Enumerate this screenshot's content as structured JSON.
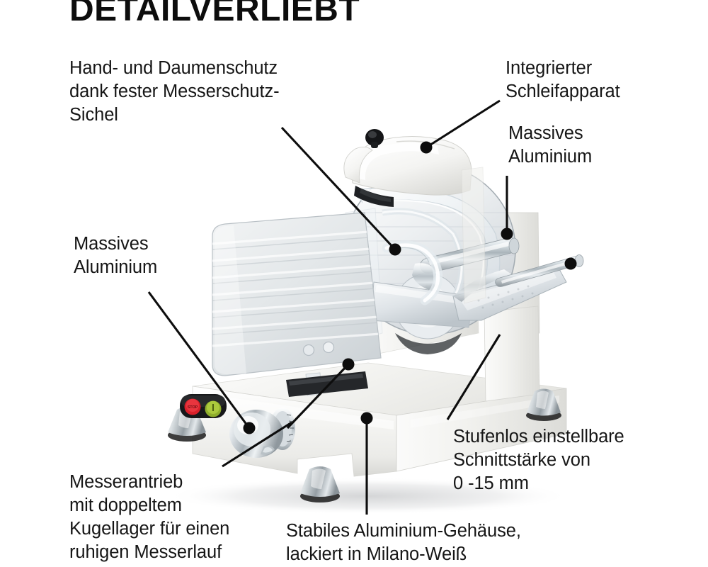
{
  "page": {
    "title": "DETAILVERLIEBT",
    "background_color": "#ffffff",
    "text_color": "#161616"
  },
  "product": {
    "name": "Aufschnittmaschine / Allesschneider",
    "body_color": "#f4f4f2",
    "accent_chrome": "#c9ced2",
    "stop_button_color": "#d8202a",
    "start_button_color": "#a8c93a",
    "stop_button_label": "STOP",
    "start_button_label": "I",
    "dial_ticks": [
      "1",
      "2",
      "3",
      "4",
      "5"
    ]
  },
  "callouts": [
    {
      "id": "hand-thumb-guard",
      "text": "Hand- und Daumenschutz\ndank fester Messerschutz-\nSichel"
    },
    {
      "id": "integrated-sharpener",
      "text": "Integrierter\nSchleifapparat"
    },
    {
      "id": "solid-aluminium-right",
      "text": "Massives\nAluminium"
    },
    {
      "id": "solid-aluminium-left",
      "text": "Massives\nAluminium"
    },
    {
      "id": "adjustable-thickness",
      "text": "Stufenlos einstellbare\nSchnittstärke von\n0 -15 mm"
    },
    {
      "id": "blade-drive",
      "text": "Messerantrieb\nmit doppeltem\nKugellager für einen\nruhigen Messerlauf"
    },
    {
      "id": "aluminium-housing",
      "text": "Stabiles Aluminium-Gehäuse,\nlackiert in Milano-Weiß"
    }
  ]
}
